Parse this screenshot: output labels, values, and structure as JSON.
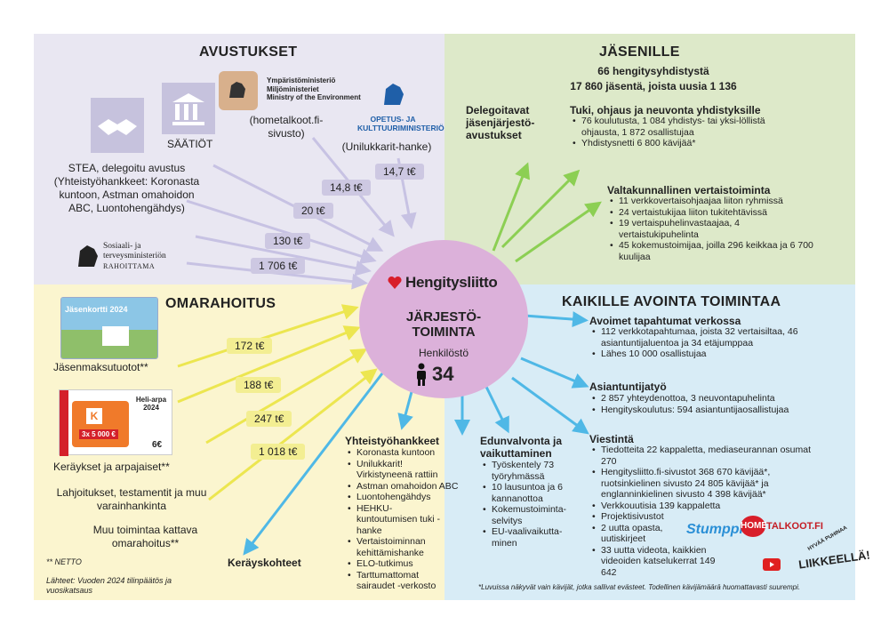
{
  "colors": {
    "purple": "#cfcbe6",
    "green": "#8ccf53",
    "yellow": "#f0ea4a",
    "blue": "#4fb8e6",
    "circle": "#dcb1da",
    "brand": "#d81e2a"
  },
  "avustukset": {
    "title": "AVUSTUKSET",
    "saatiot": "SÄÄTIÖT",
    "ym_lines": [
      "Ympäristöministeriö",
      "Miljöministeriet",
      "Ministry of the Environment"
    ],
    "hometalkoot": "(hometalkoot.fi-sivusto)",
    "okm_lines": [
      "OPETUS- JA",
      "KULTTUURIMINISTERIÖ"
    ],
    "unilukkarit": "(Unilukkarit-hanke)",
    "stea": "STEA, delegoitu avustus (Yhteistyöhankkeet: Koronasta kuntoon, Astman omahoidon ABC, Luontohengähdys)",
    "stm_lines": [
      "Sosiaali- ja",
      "terveysministeriön",
      "RAHOITTAMA"
    ],
    "amounts": [
      "14,7 t€",
      "14,8 t€",
      "20 t€",
      "130 t€",
      "1 706 t€"
    ]
  },
  "jasenille": {
    "title": "JÄSENILLE",
    "sub1": "66 hengitysyhdistystä",
    "sub2": "17 860 jäsentä, joista uusia 1 136",
    "delegoitavat": "Delegoitavat jäsenjärjestö-avustukset",
    "tuki_title": "Tuki, ohjaus ja neuvonta yhdistyksille",
    "tuki_items": [
      "76 koulutusta, 1 084 yhdistys- tai yksi-löllistä ohjausta, 1 872 osallistujaa",
      "Yhdistysnetti 6 800 kävijää*"
    ],
    "vertais_title": "Valtakunnallinen vertaistoiminta",
    "vertais_items": [
      "11 verkkovertaisohjaajaa liiton ryhmissä",
      "24 vertaistukijaa liiton tukitehtävissä",
      "19 vertaispuhelinvastaajaa, 4 vertaistukipuhelinta",
      "45 kokemustoimijaa, joilla 296 keikkaa ja 6 700 kuulijaa"
    ]
  },
  "omarahoitus": {
    "title": "OMARAHOITUS",
    "card_title": "Jäsenkortti 2024",
    "jasenmaksu": "Jäsenmaksutuotot**",
    "arpa_title": "Heli-arpa 2024",
    "arpa_prize": "3x 5 000 €",
    "arpa_price": "6€",
    "keraykset": "Keräykset ja arpajaiset**",
    "lahjoitukset": "Lahjoitukset, testamentit ja muu varainhankinta",
    "muu": "Muu toimintaa kattava omarahoitus**",
    "amounts": [
      "172 t€",
      "188 t€",
      "247 t€",
      "1 018 t€"
    ],
    "netto": "** NETTO",
    "lahteet": "Lähteet: Vuoden 2024 tilinpäätös ja vuosikatsaus",
    "kerayskohteet": "Keräyskohteet"
  },
  "center": {
    "brand": "Hengitysliitto",
    "title1": "JÄRJESTÖ-",
    "title2": "TOIMINTA",
    "henkilosto": "Henkilöstö",
    "staff": "34"
  },
  "kaikille": {
    "title": "KAIKILLE AVOINTA TOIMINTAA",
    "avoimet_title": "Avoimet tapahtumat verkossa",
    "avoimet_items": [
      "112 verkkotapahtumaa, joista 32 vertaisiltaa, 46 asiantuntijaluentoa ja 34 etäjumppaa",
      "Lähes 10 000 osallistujaa"
    ],
    "asiantuntija_title": "Asiantuntijatyö",
    "asiantuntija_items": [
      "2 857 yhteydenottoa, 3 neuvontapuhelinta",
      "Hengityskoulutus: 594 asiantuntijaosallistujaa"
    ],
    "viestinta_title": "Viestintä",
    "viestinta_items": [
      "Tiedotteita 22 kappaletta, mediaseurannan osumat 270",
      "Hengitysliitto.fi-sivustot 368 670 kävijää*, ruotsinkielinen sivusto 24 805 kävijää* ja englanninkielinen sivusto 4 398 kävijää*",
      "Verkkouutisia 139 kappaletta",
      "Projektisivustot",
      "2 uutta opasta, uutiskirjeet",
      "33 uutta videota, kaikkien videoiden katselukerrat 149 642"
    ],
    "yhteistyo_title": "Yhteistyöhankkeet",
    "yhteistyo_items": [
      "Koronasta kuntoon",
      "Unilukkarit! Virkistyneenä rattiin",
      "Astman omahoidon ABC",
      "Luontohengähdys",
      "HEHKU-kuntoutumisen tuki -hanke",
      "Vertaistoiminnan kehittämishanke",
      "ELO-tutkimus",
      "Tarttumattomat sairaudet -verkosto"
    ],
    "edunvalvonta_title": "Edunvalvonta ja vaikuttaminen",
    "edunvalvonta_items": [
      "Työskentely 73 työryhmässä",
      "10 lausuntoa ja 6 kannanottoa",
      "Kokemustoiminta-selvitys",
      "EU-vaalivaikutta-minen"
    ],
    "logos": {
      "stumppi": "Stumppi",
      "home": "HOME",
      "talkoot": "TALKOOT.FI",
      "likkeella": "LIIKKEELLÄ!",
      "hyvaa": "HYVÄÄ PUHINAA"
    },
    "footnote": "*Luvuissa näkyvät vain kävijät, jotka sallivat evästeet. Todellinen kävijämäärä huomattavasti suurempi."
  }
}
